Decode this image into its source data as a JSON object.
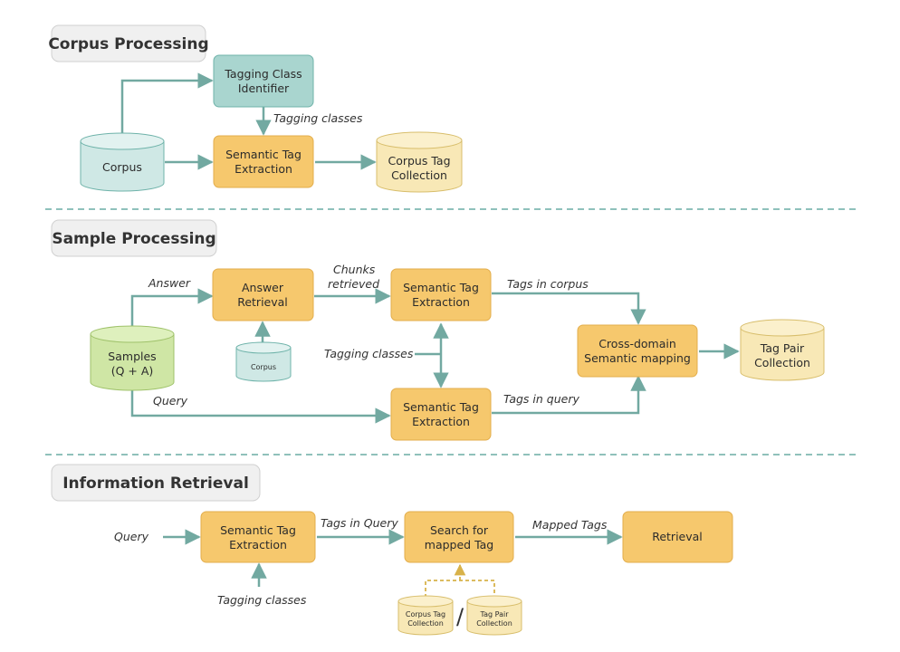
{
  "colors": {
    "teal_fill": "#a9d5cf",
    "teal_stroke": "#6fb3aa",
    "orange_fill": "#f6c86d",
    "orange_stroke": "#e3ae4c",
    "yellow_fill": "#f8e8b6",
    "yellow_stroke": "#d8be6c",
    "green_fill": "#cfe6a5",
    "green_stroke": "#9fc26a",
    "corpus_fill": "#cfe8e5",
    "arrow": "#72a9a1",
    "divider": "#8fc1bb",
    "header_fill": "#f0f0f0"
  },
  "sections": {
    "corpus": "Corpus Processing",
    "sample": "Sample Processing",
    "retrieval": "Information Retrieval"
  },
  "corpus_section": {
    "tagging_class_identifier": [
      "Tagging Class",
      "Identifier"
    ],
    "corpus": "Corpus",
    "semantic_tag_extraction": [
      "Semantic Tag",
      "Extraction"
    ],
    "corpus_tag_collection": [
      "Corpus Tag",
      "Collection"
    ],
    "tagging_classes_label": "Tagging classes"
  },
  "sample_section": {
    "samples": [
      "Samples",
      "(Q + A)"
    ],
    "answer_label": "Answer",
    "answer_retrieval": [
      "Answer",
      "Retrieval"
    ],
    "corpus_small": "Corpus",
    "chunks_label": [
      "Chunks",
      "retrieved"
    ],
    "semantic_tag_extraction_top": [
      "Semantic Tag",
      "Extraction"
    ],
    "tagging_classes_label": "Tagging classes",
    "semantic_tag_extraction_bottom": [
      "Semantic Tag",
      "Extraction"
    ],
    "query_label": "Query",
    "tags_in_corpus_label": "Tags in corpus",
    "tags_in_query_label": "Tags in query",
    "cross_domain": [
      "Cross-domain",
      "Semantic mapping"
    ],
    "tag_pair_collection": [
      "Tag Pair",
      "Collection"
    ]
  },
  "retrieval_section": {
    "query_label": "Query",
    "semantic_tag_extraction": [
      "Semantic Tag",
      "Extraction"
    ],
    "tagging_classes_label": "Tagging classes",
    "tags_in_query_label": "Tags in Query",
    "search_for_mapped_tag": [
      "Search for",
      "mapped Tag"
    ],
    "mapped_tags_label": "Mapped Tags",
    "retrieval": "Retrieval",
    "corpus_tag_collection_small": [
      "Corpus Tag",
      "Collection"
    ],
    "slash": "/",
    "tag_pair_collection_small": [
      "Tag Pair",
      "Collection"
    ]
  }
}
